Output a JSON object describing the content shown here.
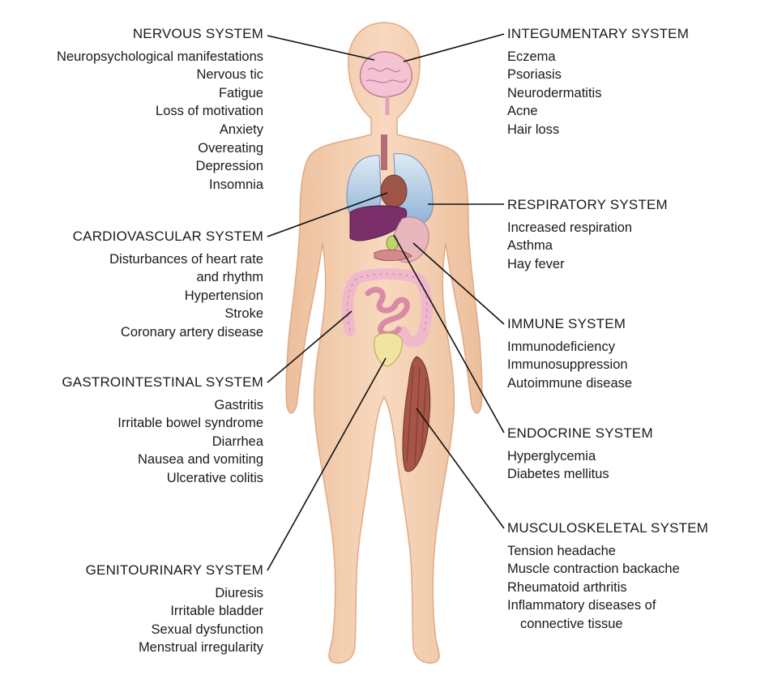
{
  "systems": {
    "nervous": {
      "heading": "NERVOUS SYSTEM",
      "items": [
        "Neuropsychological manifestations",
        "Nervous tic",
        "Fatigue",
        "Loss of motivation",
        "Anxiety",
        "Overeating",
        "Depression",
        "Insomnia"
      ]
    },
    "cardiovascular": {
      "heading": "CARDIOVASCULAR SYSTEM",
      "items": [
        "Disturbances of heart rate",
        "and rhythm",
        "Hypertension",
        "Stroke",
        "Coronary artery disease"
      ]
    },
    "gastrointestinal": {
      "heading": "GASTROINTESTINAL SYSTEM",
      "items": [
        "Gastritis",
        "Irritable bowel syndrome",
        "Diarrhea",
        "Nausea and vomiting",
        "Ulcerative colitis"
      ]
    },
    "genitourinary": {
      "heading": "GENITOURINARY SYSTEM",
      "items": [
        "Diuresis",
        "Irritable bladder",
        "Sexual dysfunction",
        "Menstrual irregularity"
      ]
    },
    "integumentary": {
      "heading": "INTEGUMENTARY SYSTEM",
      "items": [
        "Eczema",
        "Psoriasis",
        "Neurodermatitis",
        "Acne",
        "Hair loss"
      ]
    },
    "respiratory": {
      "heading": "RESPIRATORY SYSTEM",
      "items": [
        "Increased respiration",
        "Asthma",
        "Hay fever"
      ]
    },
    "immune": {
      "heading": "IMMUNE SYSTEM",
      "items": [
        "Immunodeficiency",
        "Immunosuppression",
        "Autoimmune disease"
      ]
    },
    "endocrine": {
      "heading": "ENDOCRINE SYSTEM",
      "items": [
        "Hyperglycemia",
        "Diabetes mellitus"
      ]
    },
    "musculoskeletal": {
      "heading": "MUSCULOSKELETAL SYSTEM",
      "items": [
        "Tension headache",
        "Muscle contraction backache",
        "Rheumatoid arthritis",
        "Inflammatory diseases of",
        "connective tissue"
      ]
    }
  },
  "colors": {
    "skin": "#f6d2b4",
    "skin_shade": "#e9b995",
    "lungs": "#b9d3ea",
    "liver": "#7a2f6a",
    "stomach": "#e7b7bd",
    "heart": "#a05a4f",
    "brain": "#f3c3d4",
    "intestine": "#f0b9cb",
    "bladder": "#f1e3a0",
    "muscle": "#a65546",
    "leader_line": "#111111"
  }
}
